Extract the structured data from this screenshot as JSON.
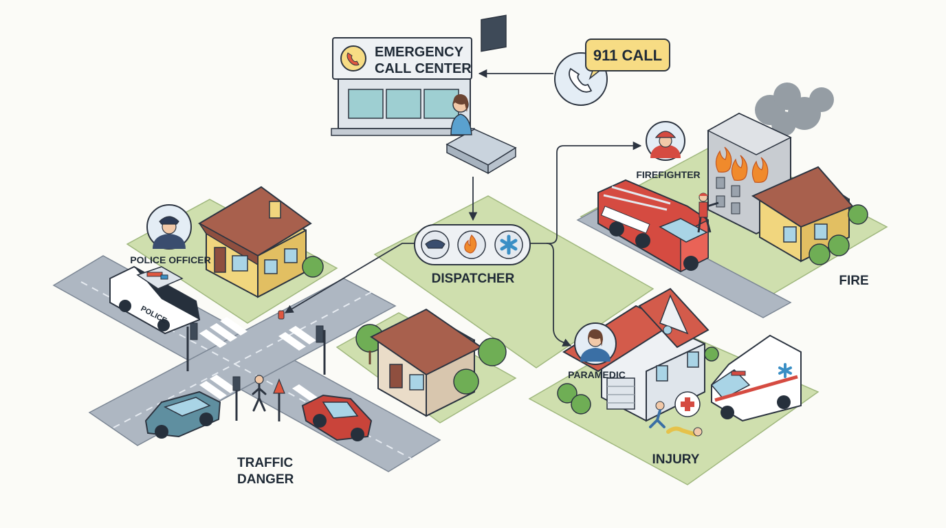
{
  "call_center": {
    "title_line1": "EMERGENCY",
    "title_line2": "CALL CENTER",
    "icon": "phone-icon"
  },
  "incoming_call": {
    "label": "911 CALL",
    "icon": "phone-icon"
  },
  "dispatcher": {
    "label": "DISPATCHER",
    "icons": [
      "police-cap-icon",
      "flame-icon",
      "star-of-life-icon"
    ]
  },
  "responders": {
    "police": {
      "label": "POLICE OFFICER",
      "car_text": "POLICE"
    },
    "firefighter": {
      "label": "FIREFIGHTER"
    },
    "paramedic": {
      "label": "PARAMEDIC"
    }
  },
  "incidents": {
    "traffic": {
      "label_line1": "TRAFFIC",
      "label_line2": "DANGER"
    },
    "fire": {
      "label": "FIRE"
    },
    "injury": {
      "label": "INJURY",
      "icon": "medical-cross-icon"
    }
  },
  "colors": {
    "grass": "#cfdfae",
    "road": "#aeb7c2",
    "outline": "#2c3440",
    "house_yellow": "#f1d67e",
    "roof_brown": "#a8604d",
    "roof_red": "#d35b4b",
    "fire_orange": "#f08a2c",
    "badge_yellow": "#f7dc84",
    "medical_blue": "#3a8fc5"
  }
}
